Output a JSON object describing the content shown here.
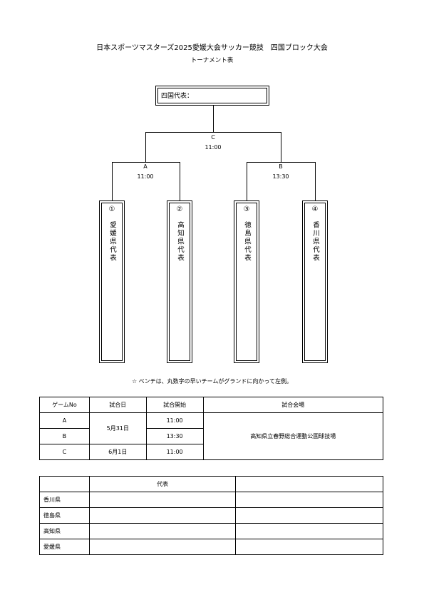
{
  "header": {
    "title": "日本スポーツマスターズ2025愛媛大会サッカー競技　四国ブロック大会",
    "subtitle": "トーナメント表"
  },
  "bracket": {
    "winner_label": "四国代表：",
    "final": {
      "game": "C",
      "time": "11:00"
    },
    "semis": [
      {
        "game": "A",
        "time": "11:00"
      },
      {
        "game": "B",
        "time": "13:30"
      }
    ],
    "teams": [
      {
        "num": "①",
        "name": "愛媛県代表"
      },
      {
        "num": "②",
        "name": "高知県代表"
      },
      {
        "num": "③",
        "name": "徳島県代表"
      },
      {
        "num": "④",
        "name": "香川県代表"
      }
    ]
  },
  "note": "☆ ベンチは、丸数字の早いチームがグランドに向かって左側。",
  "schedule": {
    "headers": [
      "ゲームNo",
      "試合日",
      "試合開始",
      "試合会場"
    ],
    "rows": [
      {
        "game": "A",
        "time": "11:00"
      },
      {
        "game": "B",
        "time": "13:30"
      },
      {
        "game": "C",
        "date": "6月1日",
        "time": "11:00"
      }
    ],
    "date_ab": "5月31日",
    "venue": "高知県立春野総合運動公園球技場"
  },
  "representatives": {
    "header": "代表",
    "prefectures": [
      "香川県",
      "徳島県",
      "高知県",
      "愛媛県"
    ]
  }
}
